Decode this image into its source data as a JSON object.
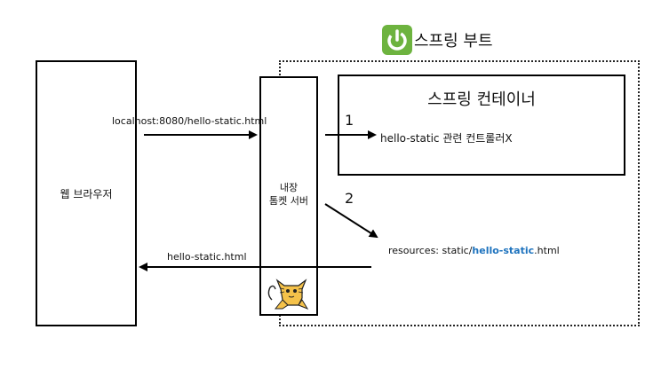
{
  "spring_boot": {
    "title": "스프링 부트",
    "logo_icon": "spring-boot-power-icon",
    "logo_color": "#6db33f"
  },
  "web_browser": {
    "label": "웹 브라우저"
  },
  "tomcat": {
    "label_line1": "내장",
    "label_line2": "톰켓 서버",
    "icon": "tomcat-cat-icon"
  },
  "spring_container": {
    "title": "스프링 컨테이너",
    "controller_text": "hello-static 관련 컨트롤러X"
  },
  "resources": {
    "prefix": "resources: static/",
    "highlight": "hello-static",
    "suffix": ".html",
    "highlight_color": "#1e73be"
  },
  "flow": {
    "request_label": "localhost:8080/hello-static.html",
    "response_label": "hello-static.html",
    "step1": "1",
    "step2": "2"
  }
}
